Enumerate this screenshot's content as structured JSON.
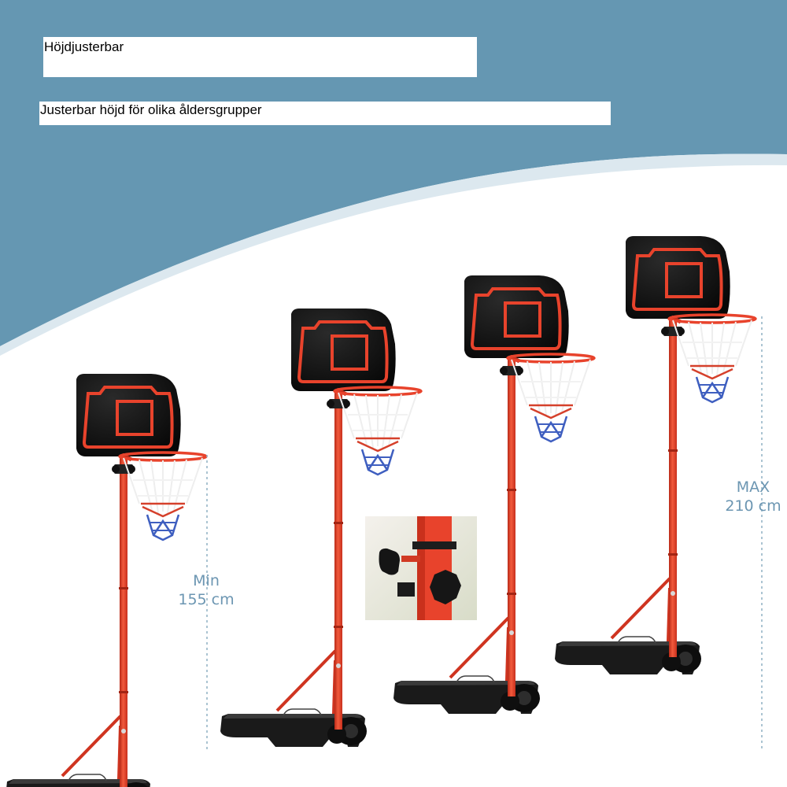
{
  "header": {
    "title": "Höjdjusterbar",
    "subtitle": "Justerbar höjd för olika åldersgrupper"
  },
  "labels": {
    "min_word": "Min",
    "min_value": "155 cm",
    "max_word": "MAX",
    "max_value": "210 cm"
  },
  "colors": {
    "background_band": "#6597b2",
    "pole": "#e8432c",
    "backboard": "#111111",
    "dimension_line": "#8fb0c4",
    "label_text": "#6c96b2"
  },
  "hoops": [
    {
      "name": "hoop-min-height"
    },
    {
      "name": "hoop-second-height"
    },
    {
      "name": "hoop-third-height"
    },
    {
      "name": "hoop-max-height"
    }
  ],
  "inset_photo": {
    "subject": "height-adjustment-knob"
  }
}
